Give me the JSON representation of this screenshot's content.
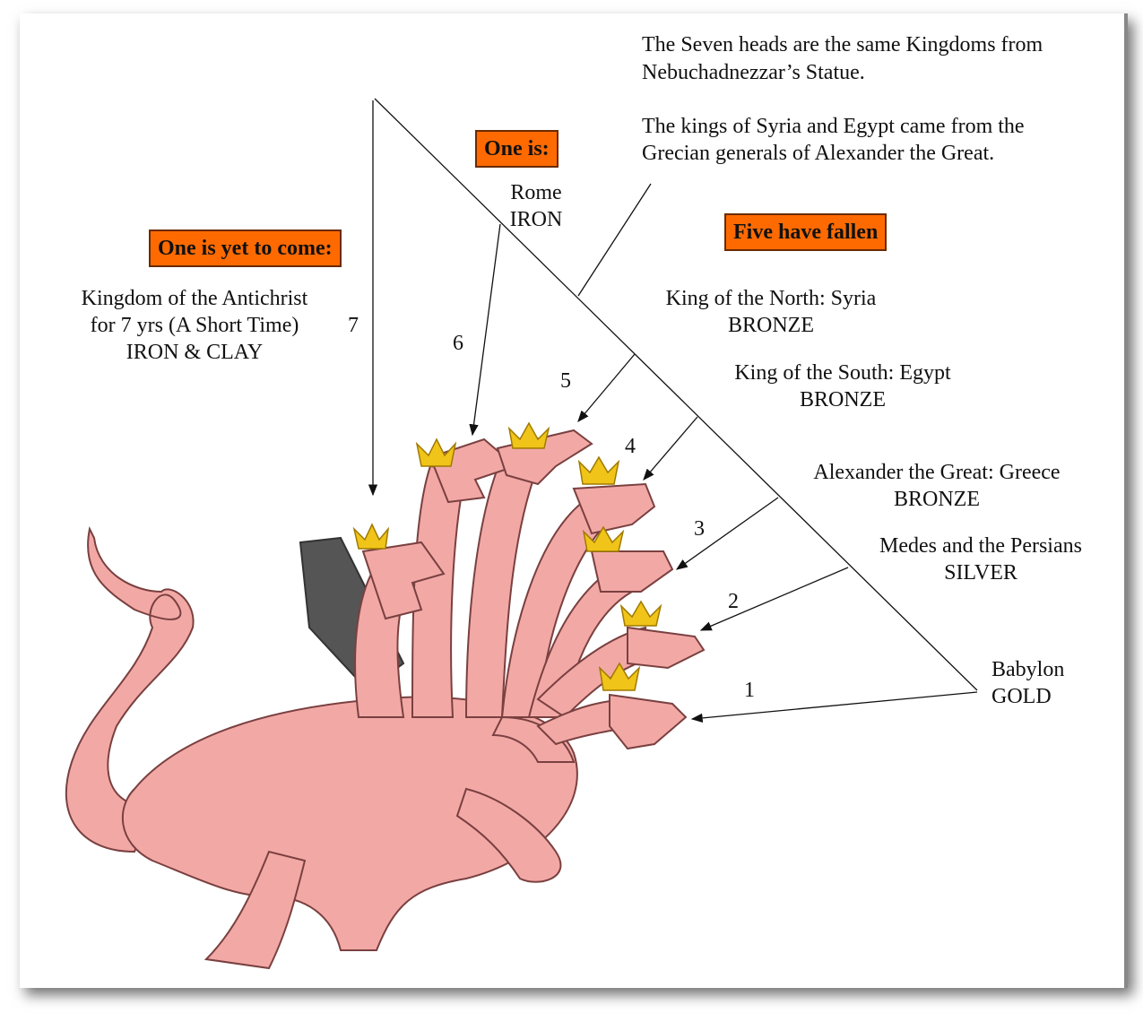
{
  "intro": {
    "line1": "The Seven heads are the same Kingdoms from",
    "line2": "Nebuchadnezzar’s Statue.",
    "line3": "The kings of Syria and Egypt came from the",
    "line4": "Grecian generals of Alexander the Great."
  },
  "callouts": {
    "one_is": "One is:",
    "yet_to_come": "One is yet to come:",
    "five_fallen": "Five have fallen"
  },
  "kingdoms": {
    "rome": {
      "name": "Rome",
      "metal": "IRON"
    },
    "antichrist": {
      "line1": "Kingdom of the Antichrist",
      "line2": "for 7 yrs (A Short Time)",
      "metal": "IRON & CLAY"
    },
    "north": {
      "name": "King of the North: Syria",
      "metal": "BRONZE"
    },
    "south": {
      "name": "King of the South: Egypt",
      "metal": "BRONZE"
    },
    "greece": {
      "name": "Alexander the Great: Greece",
      "metal": "BRONZE"
    },
    "persia": {
      "name": "Medes and the Persians",
      "metal": "SILVER"
    },
    "babylon": {
      "name": "Babylon",
      "metal": "GOLD"
    }
  },
  "head_numbers": [
    "1",
    "2",
    "3",
    "4",
    "5",
    "6",
    "7"
  ],
  "colors": {
    "callout": "#ff6a00",
    "dragon": "#f2a9a6",
    "crown": "#f0c419"
  }
}
